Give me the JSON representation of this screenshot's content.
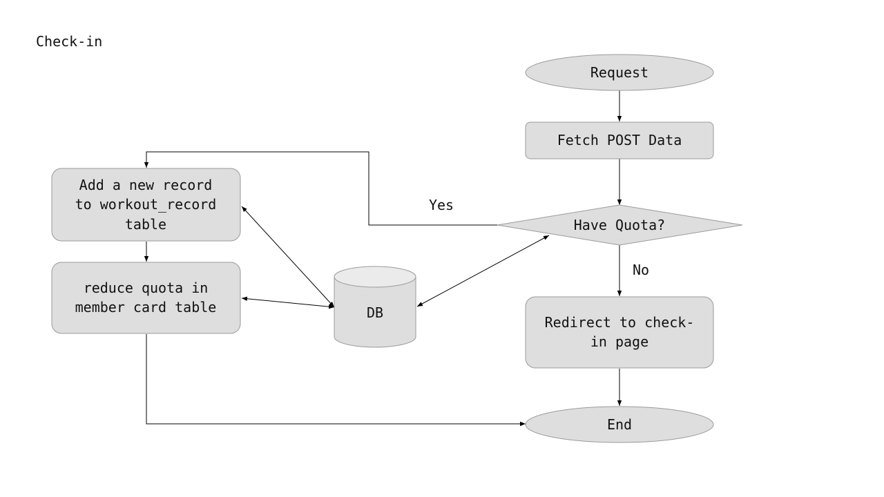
{
  "title": "Check-in",
  "nodes": {
    "request": "Request",
    "fetch_post": "Fetch POST Data",
    "have_quota": "Have Quota?",
    "redirect": [
      "Redirect to check-",
      "in page"
    ],
    "end": "End",
    "add_record": [
      "Add a new record",
      "to workout_record",
      "table"
    ],
    "reduce_quota": [
      "reduce quota in",
      "member card table"
    ],
    "db": "DB"
  },
  "edge_labels": {
    "yes": "Yes",
    "no": "No"
  }
}
